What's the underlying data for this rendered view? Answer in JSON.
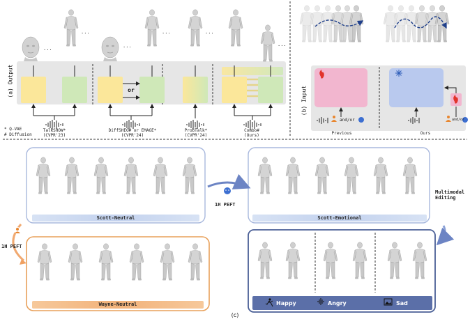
{
  "panel_a": {
    "output_label": "(a) Output",
    "or_label": "or",
    "legend": [
      "* Q-VAE",
      "# Diffusion"
    ],
    "methods": [
      {
        "name": "TalkSHOW*",
        "venue": "(CVPR'23)"
      },
      {
        "name": "DiffSHEG# or EMAGE*",
        "venue": "(CVPR'24)"
      },
      {
        "name": "ProbTalk*",
        "venue": "(CVPR'24)"
      },
      {
        "name": "Combo#",
        "venue": "(Ours)"
      }
    ],
    "ellipsis": "..."
  },
  "panel_b": {
    "input_label": "(b) Input",
    "previous_label": "Previous",
    "ours_label": "Ours",
    "andor_label": "and/or"
  },
  "panel_c": {
    "caption": "(c)",
    "scott_neutral": "Scott-Neutral",
    "wayne_neutral": "Wayne-Neutral",
    "scott_emotional": "Scott-Emotional",
    "peft_left": "1H PEFT",
    "peft_mid": "1H PEFT",
    "multimodal_editing": "Multimodal\nEditing",
    "emotions": [
      "Happy",
      "Angry",
      "Sad"
    ]
  },
  "colors": {
    "encoder_yellow": "#fbe79a",
    "decoder_green": "#cfe8b8",
    "panel_gray": "#e6e6e6",
    "previous_pink": "#f2b6cf",
    "ours_blue": "#b9c9ee",
    "scott_border": "#a8b8dd",
    "wayne_border": "#e8a05a",
    "emotional_border": "#4a5f96",
    "emotion_bar": "#5b6fa8"
  },
  "icons": [
    "speaker-icon",
    "emotion-face-icon",
    "fire-icon",
    "snowflake-icon",
    "running-icon",
    "waveform-icon",
    "image-icon"
  ]
}
